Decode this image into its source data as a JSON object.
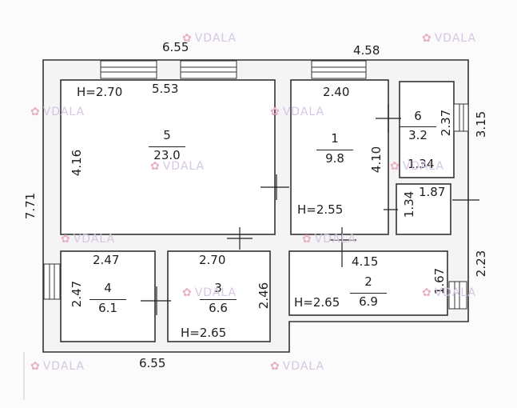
{
  "dimensions": {
    "top_left_width": "6.55",
    "top_right_width": "4.58",
    "bottom_width": "6.55",
    "left_height": "7.71",
    "right_upper": "3.15",
    "right_lower": "2.23"
  },
  "rooms": [
    {
      "id": "room-5",
      "number": "5",
      "area": "23.0",
      "dims": [
        "5.53",
        "4.16"
      ],
      "height": "H=2.70"
    },
    {
      "id": "room-1",
      "number": "1",
      "area": "9.8",
      "dims": [
        "2.40",
        "4.10"
      ],
      "height": "H=2.55"
    },
    {
      "id": "room-6",
      "number": "6",
      "area": "3.2",
      "dims": [
        "2.37",
        "1.34"
      ]
    },
    {
      "id": "room-small",
      "dims": [
        "1.87",
        "1.34"
      ]
    },
    {
      "id": "room-4",
      "number": "4",
      "area": "6.1",
      "dims": [
        "2.47",
        "2.47"
      ]
    },
    {
      "id": "room-3",
      "number": "3",
      "area": "6.6",
      "dims": [
        "2.70",
        "2.46"
      ],
      "height": "H=2.65"
    },
    {
      "id": "room-2",
      "number": "2",
      "area": "6.9",
      "dims": [
        "4.15",
        "1.67"
      ],
      "height": "H=2.65"
    }
  ],
  "watermark": "VDALA"
}
